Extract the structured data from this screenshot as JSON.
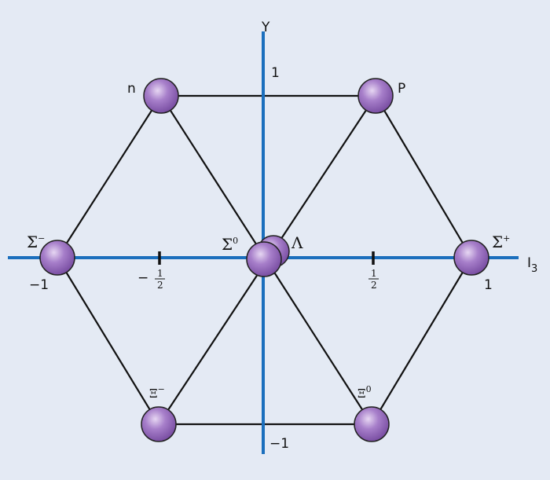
{
  "title": "Baryon octet",
  "axes": {
    "y_label": "Y",
    "x_label": "I",
    "x_label_sub": "3",
    "y_top": "1",
    "y_bottom": "−1",
    "x_left": "−1",
    "x_right": "1",
    "half_neg_sign": "−",
    "half_num": "1",
    "half_den": "2"
  },
  "particles": [
    {
      "name": "n",
      "sup": "",
      "I3": -0.5,
      "Y": 1
    },
    {
      "name": "P",
      "sup": "",
      "I3": 0.5,
      "Y": 1
    },
    {
      "name": "Σ",
      "sup": "−",
      "I3": -1,
      "Y": 0
    },
    {
      "name": "Σ",
      "sup": "+",
      "I3": 1,
      "Y": 0
    },
    {
      "name": "Σ",
      "sup": "0",
      "I3": 0,
      "Y": 0
    },
    {
      "name": "Λ",
      "sup": "",
      "I3": 0,
      "Y": 0
    },
    {
      "name": "Ξ",
      "sup": "−",
      "I3": -0.5,
      "Y": -1
    },
    {
      "name": "Ξ",
      "sup": "0",
      "I3": 0.5,
      "Y": -1
    }
  ],
  "colors": {
    "axis": "#1b6fbd",
    "particle": "#9a6fbf",
    "background": "#e4eaf4"
  }
}
